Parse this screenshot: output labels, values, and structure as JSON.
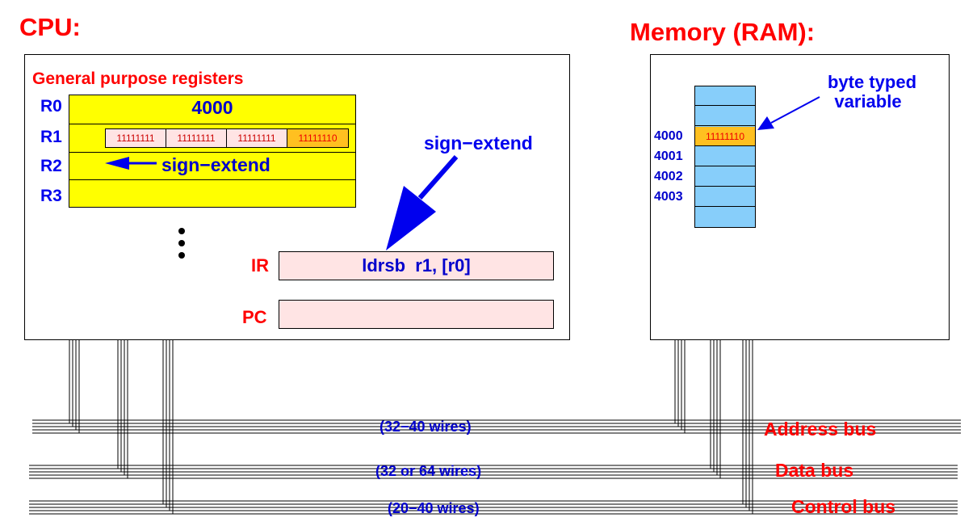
{
  "cpu": {
    "title": "CPU:",
    "gpr_title": "General purpose registers",
    "registers": [
      {
        "label": "R0",
        "value": "4000"
      },
      {
        "label": "R1",
        "bytes": [
          "11111111",
          "11111111",
          "11111111",
          "11111110"
        ]
      },
      {
        "label": "R2",
        "annotation": "sign−extend"
      },
      {
        "label": "R3"
      }
    ],
    "ir_label": "IR",
    "ir_value": "ldrsb  r1, [r0]",
    "pc_label": "PC",
    "sign_extend_arrow_label": "sign−extend"
  },
  "memory": {
    "title": "Memory (RAM):",
    "annotation_line1": "byte typed",
    "annotation_line2": "variable",
    "addresses": [
      "4000",
      "4001",
      "4002",
      "4003"
    ],
    "highlighted_value": "11111110"
  },
  "buses": [
    {
      "name": "Address bus",
      "wires": "(32−40 wires)"
    },
    {
      "name": "Data bus",
      "wires": "(32 or 64 wires)"
    },
    {
      "name": "Control bus",
      "wires": "(20−40 wires)"
    }
  ],
  "colors": {
    "title_red": "#ff0000",
    "label_blue": "#0000ee",
    "register_fill": "#ffff00",
    "ir_fill": "#ffe4e4",
    "memory_fill": "#87cefa",
    "highlight_fill": "#ffc020"
  }
}
